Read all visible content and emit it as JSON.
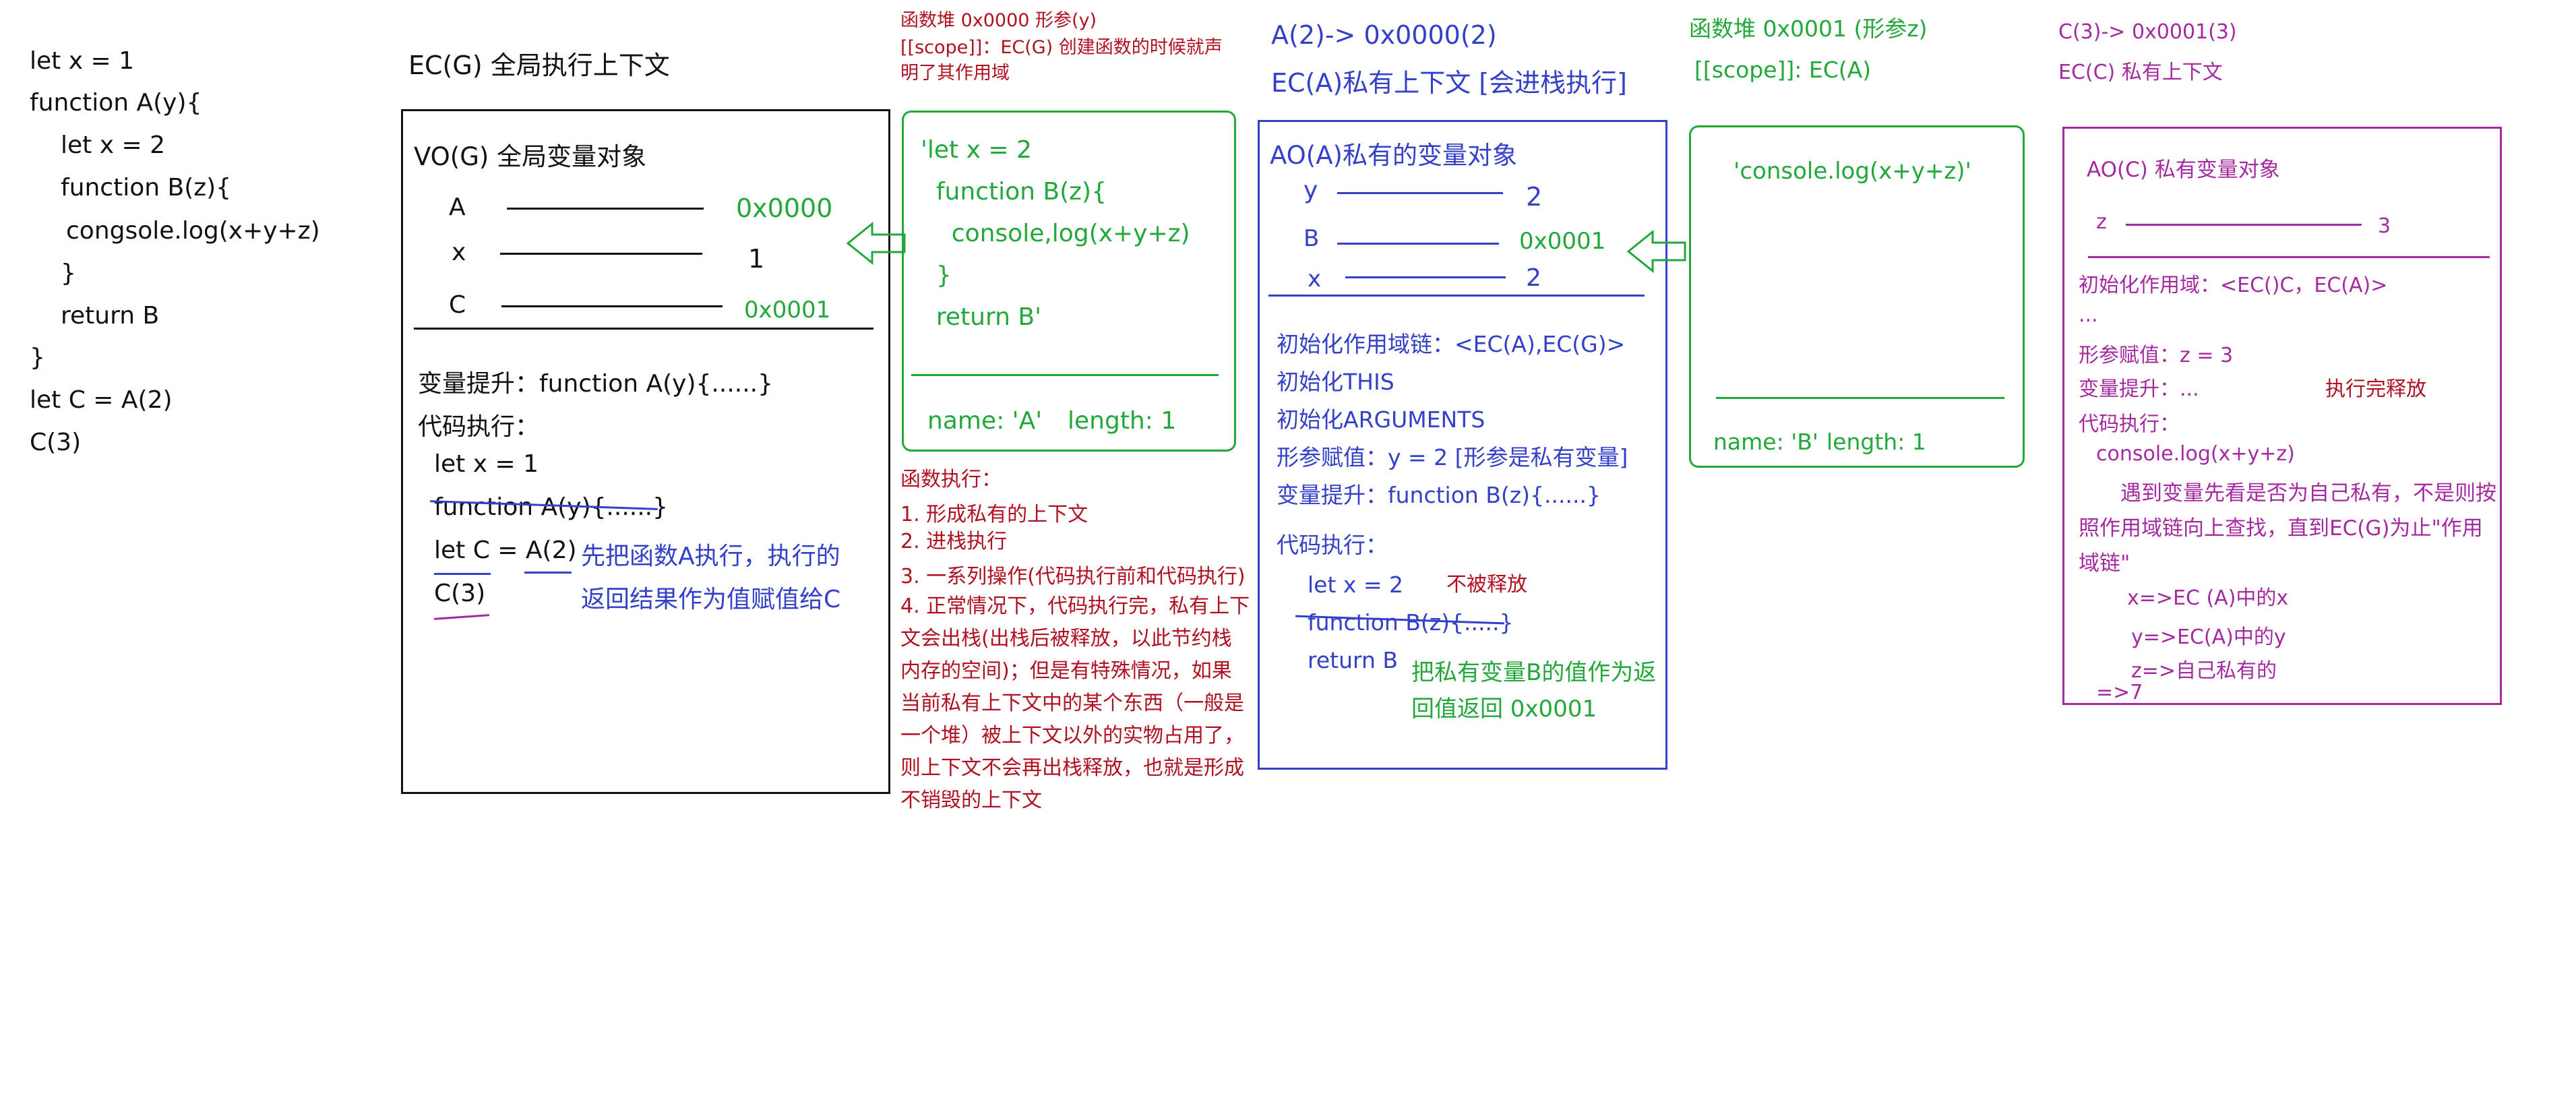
{
  "code_left": [
    "let x = 1",
    "function A(y){",
    "  let x = 2",
    "  function B(z){",
    "   congsole.log(x+y+z)",
    "  }",
    "  return B",
    "}",
    "let C = A(2)",
    "C(3)"
  ],
  "ecg": {
    "title": "EC(G) 全局执行上下文",
    "vo_title": "VO(G) 全局变量对象",
    "vars": [
      {
        "name": "A",
        "value": "0x0000"
      },
      {
        "name": "x",
        "value": "1"
      },
      {
        "name": "C",
        "value": "0x0001"
      }
    ],
    "hoist": "变量提升：function A(y){......}",
    "exec_title": "代码执行：",
    "exec_lines": [
      "let x = 1",
      "function A(y){......}",
      "let C = A(2)",
      "C(3)"
    ],
    "note": [
      "先把函数A执行，执行的",
      "返回结果作为值赋值给C"
    ]
  },
  "heap0": {
    "header_title": "函数堆 0x0000 形参(y)",
    "header_scope": "[[scope]]：EC(G) 创建函数的时候就声明了其作用域",
    "code": [
      "'let x = 2",
      "  function B(z){",
      "    console,log(x+y+z)",
      "  }",
      "  return B'"
    ],
    "name_label": "name: 'A'",
    "length_label": "length: 1",
    "exec_title": "函数执行：",
    "exec_steps": [
      "1. 形成私有的上下文",
      "2. 进栈执行",
      "3. 一系列操作(代码执行前和代码执行)",
      "4. 正常情况下，代码执行完，私有上下文会出栈(出栈后被释放，以此节约栈内存的空间)；但是有特殊情况，如果当前私有上下文中的某个东西（一般是一个堆）被上下文以外的实物占用了，则上下文不会再出栈释放，也就是形成不销毁的上下文"
    ]
  },
  "eca": {
    "header1": "A(2)-> 0x0000(2)",
    "header2": "EC(A)私有上下文 [会进栈执行]",
    "ao_title": "AO(A)私有的变量对象",
    "vars": [
      {
        "name": "y",
        "value": "2"
      },
      {
        "name": "B",
        "value": "0x0001"
      },
      {
        "name": "x",
        "value": "2"
      }
    ],
    "init_lines": [
      "初始化作用域链：<EC(A),EC(G)>",
      "初始化THIS",
      "初始化ARGUMENTS",
      "形参赋值：y = 2 [形参是私有变量]",
      "变量提升：function B(z){......}"
    ],
    "exec_title": "代码执行：",
    "exec_lines": [
      "let x = 2",
      "function B(z){.....}",
      "return B"
    ],
    "not_released": "不被释放",
    "return_note": [
      "把私有变量B的值作为返",
      "回值返回 0x0001"
    ]
  },
  "heap1": {
    "header_title": "函数堆 0x0001 (形参z)",
    "header_scope": "[[scope]]: EC(A)",
    "code": "'console.log(x+y+z)'",
    "name_label": "name: 'B'",
    "length_label": "length: 1"
  },
  "ecc": {
    "header1": "C(3)-> 0x0001(3)",
    "header2": "EC(C) 私有上下文",
    "ao_title": "AO(C) 私有变量对象",
    "var_name": "z",
    "var_value": "3",
    "lines": [
      "初始化作用域：<EC()C，EC(A)>",
      "...",
      "形参赋值：z = 3",
      "变量提升：..."
    ],
    "released": "执行完释放",
    "exec_title": "代码执行：",
    "exec_code": "console.log(x+y+z)",
    "lookup": "遇到变量先看是否为自己私有，不是则按照作用域链向上查找，直到EC(G)为止\"作用域链\"",
    "resolve": [
      "x=>EC (A)中的x",
      "y=>EC(A)中的y",
      "z=>自己私有的",
      "=>7"
    ]
  },
  "colors": {
    "black": "#111111",
    "green": "#22a83a",
    "blue": "#3340c8",
    "red": "#b01020",
    "purple": "#a52aa0"
  }
}
